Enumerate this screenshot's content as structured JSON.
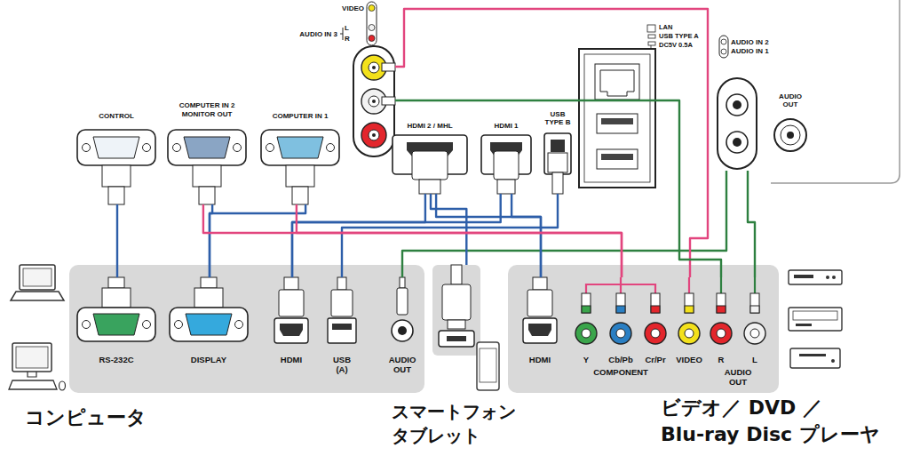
{
  "diagram": {
    "nodes": [
      {
        "text": [
          "VIDEO"
        ]
      },
      {
        "text": [
          "AUDIO IN 3",
          "L",
          "R"
        ]
      },
      {
        "text": [
          "AUDIO IN 2",
          "AUDIO IN 1"
        ]
      },
      {
        "text": [
          "CONTROL"
        ]
      },
      {
        "text": [
          "COMPUTER IN 2",
          "MONITOR OUT"
        ]
      },
      {
        "text": [
          "COMPUTER IN 1"
        ]
      },
      {
        "text": [
          "HDMI 2 / MHL"
        ]
      },
      {
        "text": [
          "HDMI 1"
        ]
      },
      {
        "text": [
          "USB TYPE B"
        ]
      },
      {
        "text": [
          "コンピュータ"
        ]
      },
      {
        "text": [
          "RS-232C"
        ],
        "in": 9
      },
      {
        "text": [
          "DISPLAY"
        ],
        "in": 9
      },
      {
        "text": [
          "HDMI"
        ],
        "in": 9
      },
      {
        "text": [
          "USB (A)"
        ],
        "in": 9
      },
      {
        "text": [
          "AUDIO OUT"
        ],
        "in": 9
      },
      {
        "text": [
          "スマートフォン タブレット"
        ]
      },
      {
        "text": [
          "ビデオ／ DVD ／ Blu-ray Disc プレーヤ"
        ]
      },
      {
        "text": [
          "HDMI"
        ],
        "in": 16
      },
      {
        "text": [
          "Y",
          "Cb/Pb",
          "Cr/Pr",
          "COMPONENT"
        ],
        "in": 16
      },
      {
        "text": [
          "VIDEO"
        ],
        "in": 16
      },
      {
        "text": [
          "R",
          "L",
          "AUDIO OUT"
        ],
        "in": 16
      }
    ],
    "edges": [
      {
        "from": 10,
        "to": 3,
        "arrow": "none"
      },
      {
        "from": 11,
        "to": 4,
        "arrow": "none"
      },
      {
        "from": 11,
        "to": 5,
        "arrow": "none"
      },
      {
        "from": 12,
        "to": 6,
        "arrow": "none"
      },
      {
        "from": 12,
        "to": 7,
        "arrow": "none"
      },
      {
        "from": 13,
        "to": 8,
        "arrow": "none"
      },
      {
        "from": 14,
        "to": 2,
        "arrow": "none"
      },
      {
        "from": 15,
        "to": 6,
        "arrow": "none"
      },
      {
        "from": 17,
        "to": 6,
        "arrow": "none"
      },
      {
        "from": 17,
        "to": 7,
        "arrow": "none"
      },
      {
        "from": 18,
        "to": 4,
        "arrow": "none"
      },
      {
        "from": 18,
        "to": 5,
        "arrow": "none"
      },
      {
        "from": 19,
        "to": 0,
        "arrow": "none"
      },
      {
        "from": 20,
        "to": 1,
        "arrow": "none"
      },
      {
        "from": 20,
        "to": 2,
        "arrow": "none"
      }
    ],
    "labels": [
      "LAN",
      "USB TYPE A",
      "DC5V 0.5A",
      "AUDIO OUT"
    ]
  }
}
